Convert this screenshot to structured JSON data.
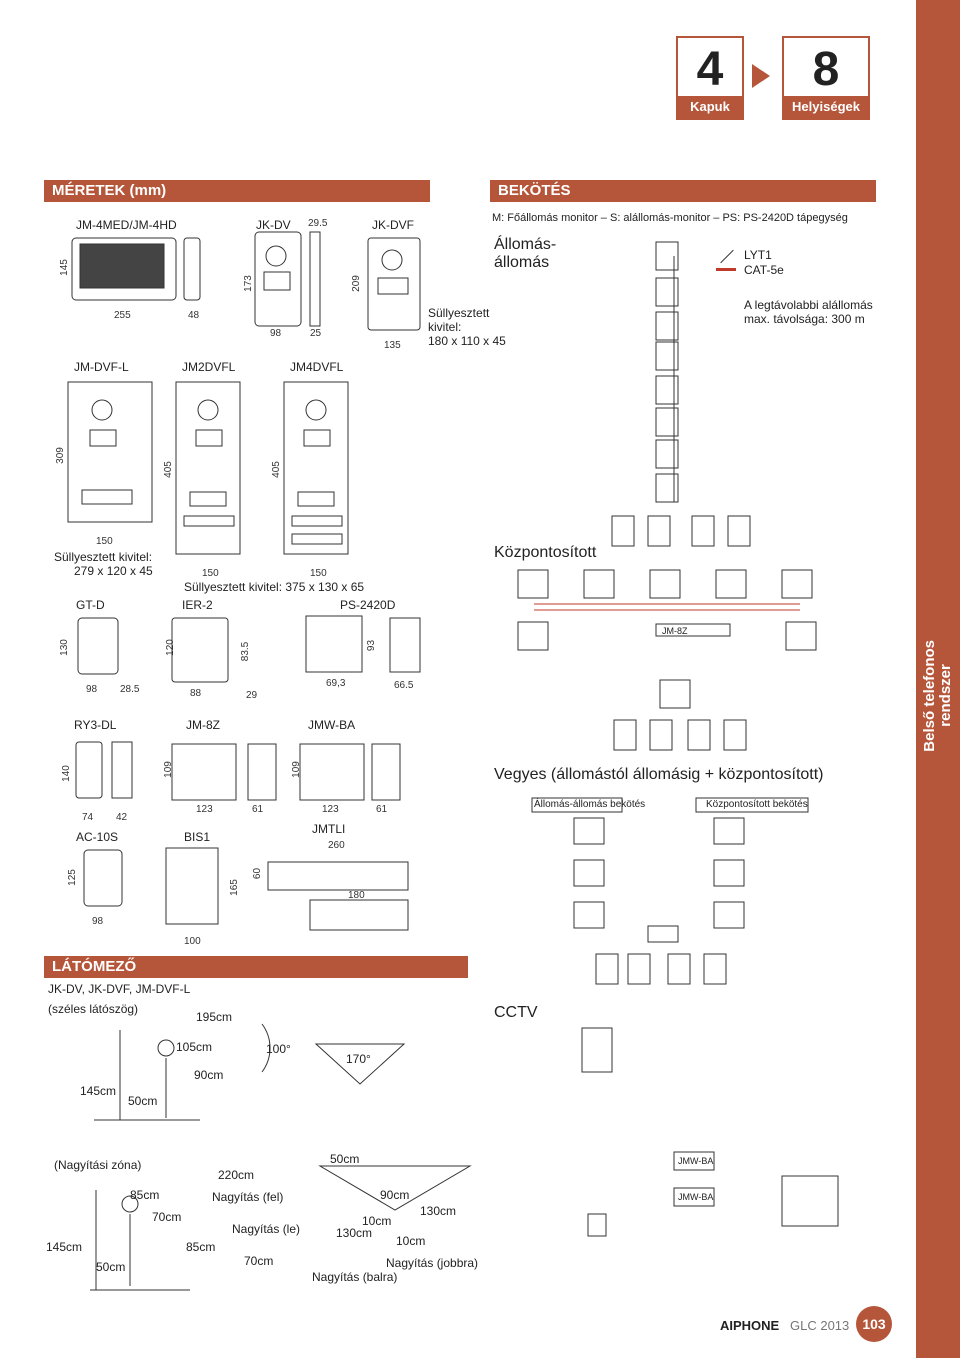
{
  "nav": {
    "from_num": "4",
    "from_label": "Kapuk",
    "to_num": "8",
    "to_label": "Helyiségek"
  },
  "side_label_1": "Belső telefonos",
  "side_label_2": "rendszer",
  "sections": {
    "meretek": "MÉRETEK (mm)",
    "bekotes": "BEKÖTÉS",
    "latomezo": "LÁTÓMEZŐ"
  },
  "dimensions": {
    "jm4med": "JM-4MED/JM-4HD",
    "jkdv": "JK-DV",
    "jkdvf": "JK-DVF",
    "d145": "145",
    "d255": "255",
    "d48": "48",
    "d173": "173",
    "d98": "98",
    "d25": "25",
    "d29_5": "29.5",
    "d209": "209",
    "d135": "135",
    "flush1": "Süllyesztett",
    "flush2": "kivitel:",
    "flush3": "180 x 110 x 45",
    "jmdvfl": "JM-DVF-L",
    "jm2dvfl": "JM2DVFL",
    "jm4dvfl": "JM4DVFL",
    "d309": "309",
    "d405a": "405",
    "d405b": "405",
    "d150a": "150",
    "flush_a1": "Süllyesztett kivitel:",
    "flush_a2": "279 x 120 x 45",
    "d150b": "150",
    "d150c": "150",
    "flush_b": "Süllyesztett kivitel: 375 x 130 x 65",
    "gtd": "GT-D",
    "ier2": "IER-2",
    "ps2420d": "PS-2420D",
    "d130": "130",
    "d98b": "98",
    "d28_5": "28.5",
    "d120": "120",
    "d88": "88",
    "d83_5": "83.5",
    "d29": "29",
    "d69_3": "69,3",
    "d93": "93",
    "d66_5": "66.5",
    "ry3dl": "RY3-DL",
    "jm8z": "JM-8Z",
    "jmwba": "JMW-BA",
    "d140": "140",
    "d74": "74",
    "d42": "42",
    "d109a": "109",
    "d123a": "123",
    "d61a": "61",
    "d109b": "109",
    "d123b": "123",
    "d61b": "61",
    "ac10s": "AC-10S",
    "bis1": "BIS1",
    "jmtli": "JMTLI",
    "d260": "260",
    "d125": "125",
    "d98c": "98",
    "d165": "165",
    "d100": "100",
    "d60": "60",
    "d180": "180"
  },
  "wiring": {
    "legend": "M: Főállomás monitor – S: alállomás-monitor – PS: PS-2420D tápegység",
    "station1": "Állomás-",
    "station2": "állomás",
    "lyt": "LYT1",
    "cat": "CAT-5e",
    "max1": "A legtávolabbi alállomás",
    "max2": "max. távolsága: 300 m",
    "central": "Központosított",
    "mixed": "Vegyes (állomástól állomásig + központosított)",
    "box_a": "Állomás-állomás bekötés",
    "box_b": "Központosított bekötés",
    "cctv": "CCTV",
    "jm8z_label": "JM-8Z",
    "jmwba1": "JMW-BA",
    "jmwba2": "JMW-BA"
  },
  "view": {
    "models": "JK-DV, JK-DVF, JM-DVF-L",
    "wide": "(széles látószög)",
    "v195": "195cm",
    "v105": "105cm",
    "v90": "90cm",
    "v145": "145cm",
    "v50": "50cm",
    "v100deg": "100°",
    "v170deg": "170°",
    "zoom": "(Nagyítási zóna)",
    "v220": "220cm",
    "v85a": "85cm",
    "zoom_up": "Nagyítás (fel)",
    "v70a": "70cm",
    "zoom_down": "Nagyítás (le)",
    "v85b": "85cm",
    "v70b": "70cm",
    "v145b": "145cm",
    "v50b": "50cm",
    "v50c": "50cm",
    "v90b": "90cm",
    "v130a": "130cm",
    "v10a": "10cm",
    "v130b": "130cm",
    "v10b": "10cm",
    "zoom_right": "Nagyítás (jobbra)",
    "zoom_left": "Nagyítás (balra)"
  },
  "footer": {
    "brand": "AIPHONE",
    "catalog": "GLC 2013",
    "page": "103"
  }
}
